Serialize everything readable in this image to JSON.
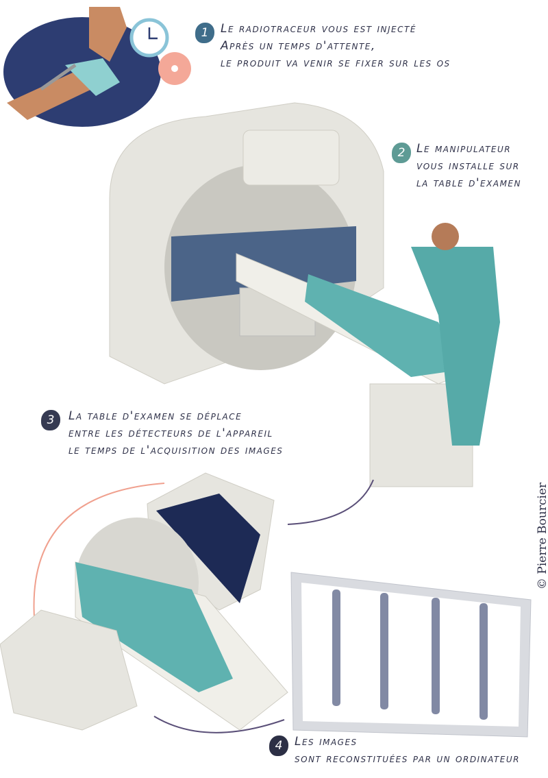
{
  "steps": [
    {
      "number": "1",
      "lines": [
        "Le radiotraceur vous est injecté",
        "Après un temps d'attente,",
        "le produit va venir se fixer sur les os"
      ],
      "badge_color": "#3f6d8a"
    },
    {
      "number": "2",
      "lines": [
        "Le manipulateur",
        "vous installe sur",
        "la table d'examen"
      ],
      "badge_color": "#5e9b95"
    },
    {
      "number": "3",
      "lines": [
        "La table d'examen se déplace",
        "entre les détecteurs de l'appareil",
        "le temps de l'acquisition des images"
      ],
      "badge_color": "#353a52"
    },
    {
      "number": "4",
      "lines": [
        "Les images",
        "sont reconstituées par un ordinateur"
      ],
      "badge_color": "#2c2f45"
    }
  ],
  "credit": "© Pierre Bourcier",
  "colors": {
    "text": "#2e3048",
    "scanner": "#e6e5df",
    "scrubs": "#56aaa8",
    "arrow_pink": "#f0a08e",
    "arrow_purple": "#5a4f78"
  }
}
